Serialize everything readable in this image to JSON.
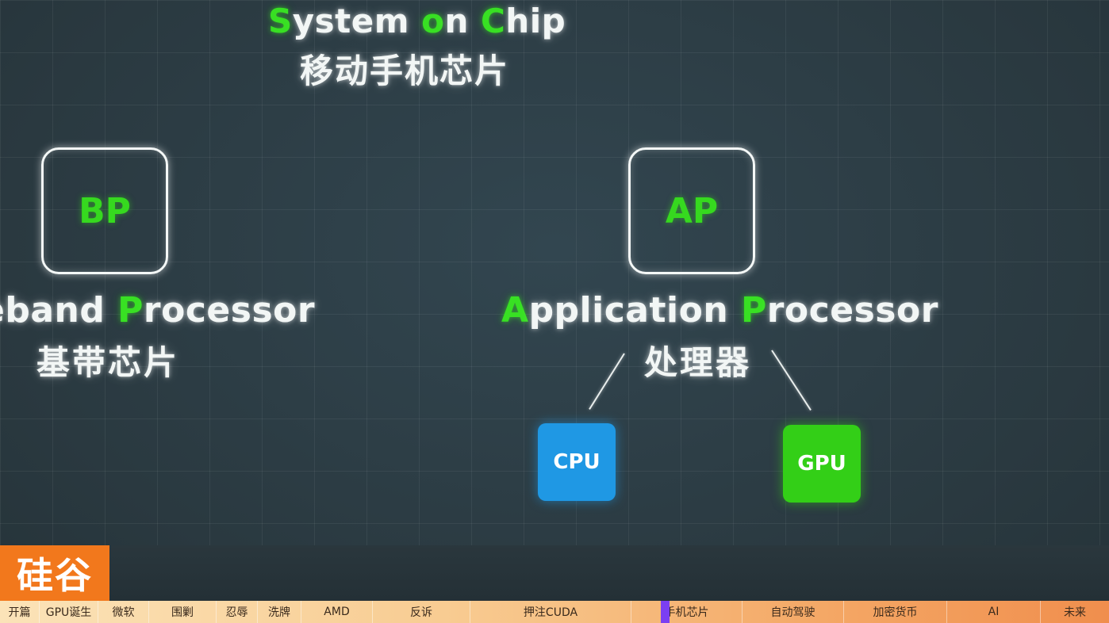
{
  "soc": {
    "title_parts": [
      {
        "text": "S",
        "highlight": true
      },
      {
        "text": "ystem ",
        "highlight": false
      },
      {
        "text": "o",
        "highlight": true
      },
      {
        "text": "n ",
        "highlight": false
      },
      {
        "text": "C",
        "highlight": true
      },
      {
        "text": "hip",
        "highlight": false
      }
    ],
    "subtitle": "移动手机芯片"
  },
  "bp": {
    "label": "BP",
    "name_part1": "eband ",
    "name_highlight": "P",
    "name_part2": "rocessor",
    "subtitle": "基带芯片"
  },
  "ap": {
    "label": "AP",
    "name_h1": "A",
    "name_part1": "pplication ",
    "name_h2": "P",
    "name_part2": "rocessor",
    "subtitle": "处理器"
  },
  "units": {
    "cpu": "CPU",
    "gpu": "GPU"
  },
  "logo": {
    "text": "硅谷"
  },
  "timeline": {
    "chapters": [
      {
        "label": "开篇"
      },
      {
        "label": "GPU诞生"
      },
      {
        "label": "微软"
      },
      {
        "label": "围剿"
      },
      {
        "label": "忍辱"
      },
      {
        "label": "洗牌"
      },
      {
        "label": "AMD"
      },
      {
        "label": "反诉"
      },
      {
        "label": "押注CUDA"
      },
      {
        "label": "手机芯片"
      },
      {
        "label": "自动驾驶"
      },
      {
        "label": "加密货币"
      },
      {
        "label": "AI"
      },
      {
        "label": "未来"
      }
    ],
    "current_chapter": "手机芯片"
  },
  "colors": {
    "highlight_green": "#38e023",
    "cpu_blue": "#1f98e4",
    "gpu_green": "#33cf17",
    "logo_orange": "#f2781c",
    "progress_marker": "#7b3ff2"
  }
}
